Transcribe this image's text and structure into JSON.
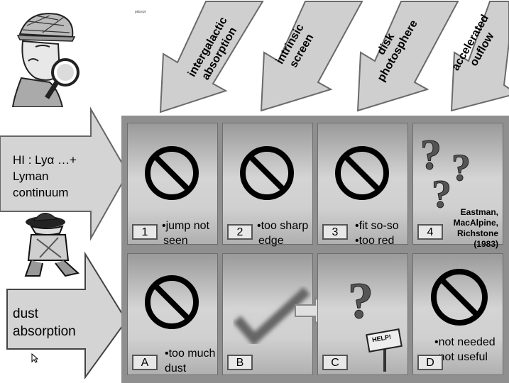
{
  "tiny_text": "pdcept",
  "top_arrows": [
    {
      "line1": "intergalactic",
      "line2": "absorption"
    },
    {
      "line1": "intrinsic",
      "line2": "screen"
    },
    {
      "line1": "disk",
      "line2": "photosphere"
    },
    {
      "line1": "accelerated",
      "line2": "ouflow"
    }
  ],
  "left_arrows": {
    "hi": {
      "line1": "HI :   Lyα …+",
      "line2": "Lyman",
      "line3": "continuum"
    },
    "dust": {
      "line1": "dust",
      "line2": "absorption"
    }
  },
  "cells": {
    "c1": {
      "num": "1",
      "note1": "•jump not",
      "note2": "seen"
    },
    "c2": {
      "num": "2",
      "note1": "•too sharp",
      "note2": "edge"
    },
    "c3": {
      "num": "3",
      "note1": "•fit so-so",
      "note2": "•too red"
    },
    "c4": {
      "num": "4",
      "cite1": "Eastman,",
      "cite2": "MacAlpine,",
      "cite3": "Richstone",
      "cite4": "(1983)"
    },
    "cA": {
      "num": "A",
      "note1": "•too much",
      "note2": "dust"
    },
    "cB": {
      "num": "B"
    },
    "cC": {
      "num": "C",
      "sign": "HELP!"
    },
    "cD": {
      "num": "D",
      "note1": "•not needed",
      "note2": "•not useful"
    }
  }
}
